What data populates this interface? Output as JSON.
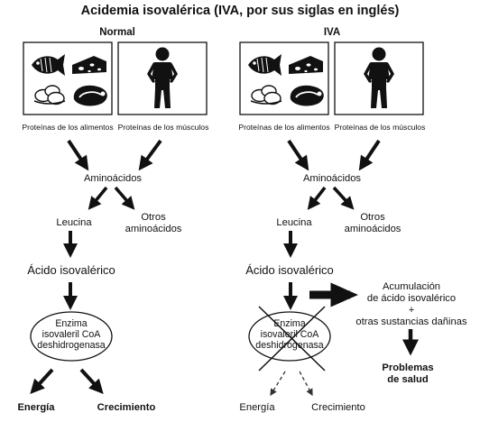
{
  "title": "Acidemia isovalérica (IVA, por sus siglas en inglés)",
  "normal": {
    "header": "Normal",
    "food_caption": "Proteínas de los alimentos",
    "muscle_caption": "Proteínas de los músculos",
    "amino_acids": "Aminoácidos",
    "leucine": "Leucina",
    "other_amino_1": "Otros",
    "other_amino_2": "aminoácidos",
    "isovaleric": "Ácido isovalérico",
    "enzyme_1": "Enzima",
    "enzyme_2": "isovaleril CoA",
    "enzyme_3": "deshidrogenasa",
    "energy": "Energía",
    "growth": "Crecimiento"
  },
  "iva": {
    "header": "IVA",
    "food_caption": "Proteínas de los alimentos",
    "muscle_caption": "Proteínas de los músculos",
    "amino_acids": "Aminoácidos",
    "leucine": "Leucina",
    "other_amino_1": "Otros",
    "other_amino_2": "aminoácidos",
    "isovaleric": "Ácido isovalérico",
    "enzyme_1": "Enzima",
    "enzyme_2": "isovaleril CoA",
    "enzyme_3": "deshidrogenasa",
    "energy": "Energía",
    "growth": "Crecimiento",
    "accum_1": "Acumulación",
    "accum_2": "de ácido isovalérico",
    "accum_plus": "+",
    "accum_3": "otras sustancias dañinas",
    "problems_1": "Problemas",
    "problems_2": "de salud"
  }
}
